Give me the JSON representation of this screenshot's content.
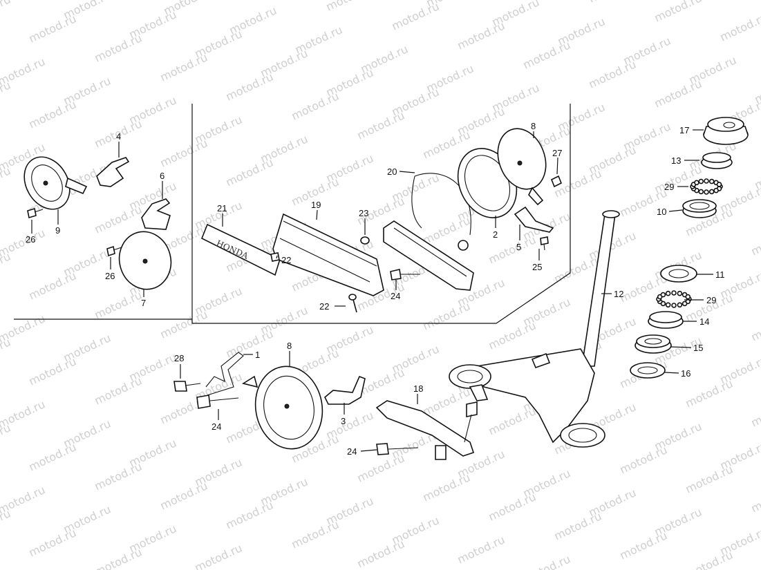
{
  "watermark": "motod.ru",
  "callouts": [
    {
      "id": "c-17-cap",
      "text": "17"
    },
    {
      "id": "c-13",
      "text": "13"
    },
    {
      "id": "c-29-top",
      "text": "29"
    },
    {
      "id": "c-10",
      "text": "10"
    },
    {
      "id": "c-11",
      "text": "11"
    },
    {
      "id": "c-29-bot",
      "text": "29"
    },
    {
      "id": "c-14",
      "text": "14"
    },
    {
      "id": "c-15",
      "text": "15"
    },
    {
      "id": "c-16",
      "text": "16"
    },
    {
      "id": "c-12",
      "text": "12"
    },
    {
      "id": "c-8-top",
      "text": "8"
    },
    {
      "id": "c-27",
      "text": "27"
    },
    {
      "id": "c-20",
      "text": "20"
    },
    {
      "id": "c-2",
      "text": "2"
    },
    {
      "id": "c-5",
      "text": "5"
    },
    {
      "id": "c-25",
      "text": "25"
    },
    {
      "id": "c-21",
      "text": "21"
    },
    {
      "id": "c-19",
      "text": "19"
    },
    {
      "id": "c-23",
      "text": "23"
    },
    {
      "id": "c-22-a",
      "text": "22"
    },
    {
      "id": "c-22-b",
      "text": "22"
    },
    {
      "id": "c-24-top",
      "text": "24"
    },
    {
      "id": "c-4",
      "text": "4"
    },
    {
      "id": "c-6",
      "text": "6"
    },
    {
      "id": "c-9",
      "text": "9"
    },
    {
      "id": "c-26-a",
      "text": "26"
    },
    {
      "id": "c-26-b",
      "text": "26"
    },
    {
      "id": "c-7",
      "text": "7"
    },
    {
      "id": "c-28",
      "text": "28"
    },
    {
      "id": "c-1",
      "text": "1"
    },
    {
      "id": "c-8-bot",
      "text": "8"
    },
    {
      "id": "c-24-mid",
      "text": "24"
    },
    {
      "id": "c-3",
      "text": "3"
    },
    {
      "id": "c-18",
      "text": "18"
    },
    {
      "id": "c-24-bot",
      "text": "24"
    }
  ],
  "colors": {
    "ink": "#111111",
    "watermark": "#cfcfcf",
    "background": "#ffffff"
  }
}
